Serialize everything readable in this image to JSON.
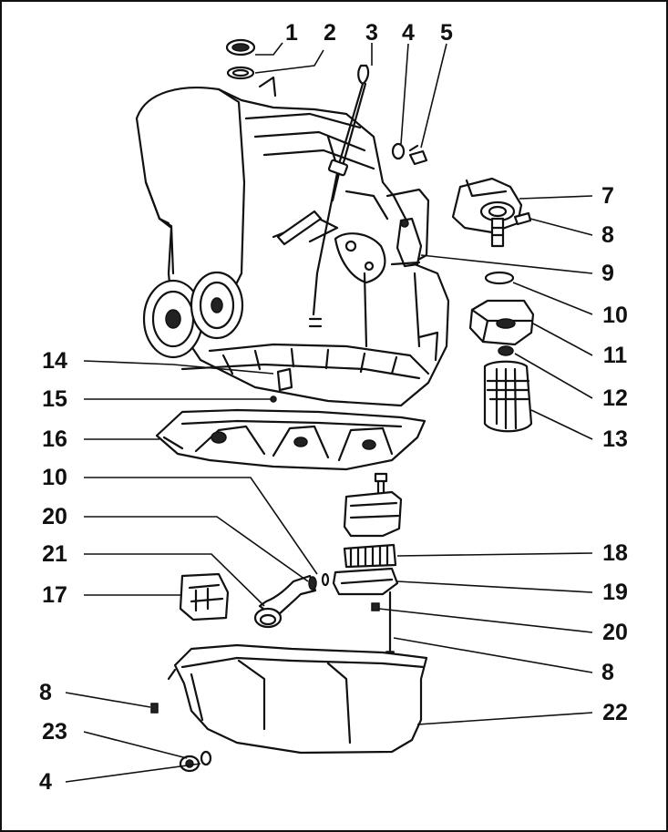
{
  "callouts": [
    {
      "id": "c1",
      "text": "1"
    },
    {
      "id": "c2",
      "text": "2"
    },
    {
      "id": "c3",
      "text": "3"
    },
    {
      "id": "c4a",
      "text": "4"
    },
    {
      "id": "c5",
      "text": "5"
    },
    {
      "id": "c7",
      "text": "7"
    },
    {
      "id": "c8a",
      "text": "8"
    },
    {
      "id": "c9",
      "text": "9"
    },
    {
      "id": "c10a",
      "text": "10"
    },
    {
      "id": "c11",
      "text": "11"
    },
    {
      "id": "c12",
      "text": "12"
    },
    {
      "id": "c13",
      "text": "13"
    },
    {
      "id": "c14",
      "text": "14"
    },
    {
      "id": "c15",
      "text": "15"
    },
    {
      "id": "c16",
      "text": "16"
    },
    {
      "id": "c10b",
      "text": "10"
    },
    {
      "id": "c20a",
      "text": "20"
    },
    {
      "id": "c21",
      "text": "21"
    },
    {
      "id": "c17",
      "text": "17"
    },
    {
      "id": "c18",
      "text": "18"
    },
    {
      "id": "c19",
      "text": "19"
    },
    {
      "id": "c20b",
      "text": "20"
    },
    {
      "id": "c8b",
      "text": "8"
    },
    {
      "id": "c8c",
      "text": "8"
    },
    {
      "id": "c22",
      "text": "22"
    },
    {
      "id": "c23",
      "text": "23"
    },
    {
      "id": "c4b",
      "text": "4"
    }
  ]
}
